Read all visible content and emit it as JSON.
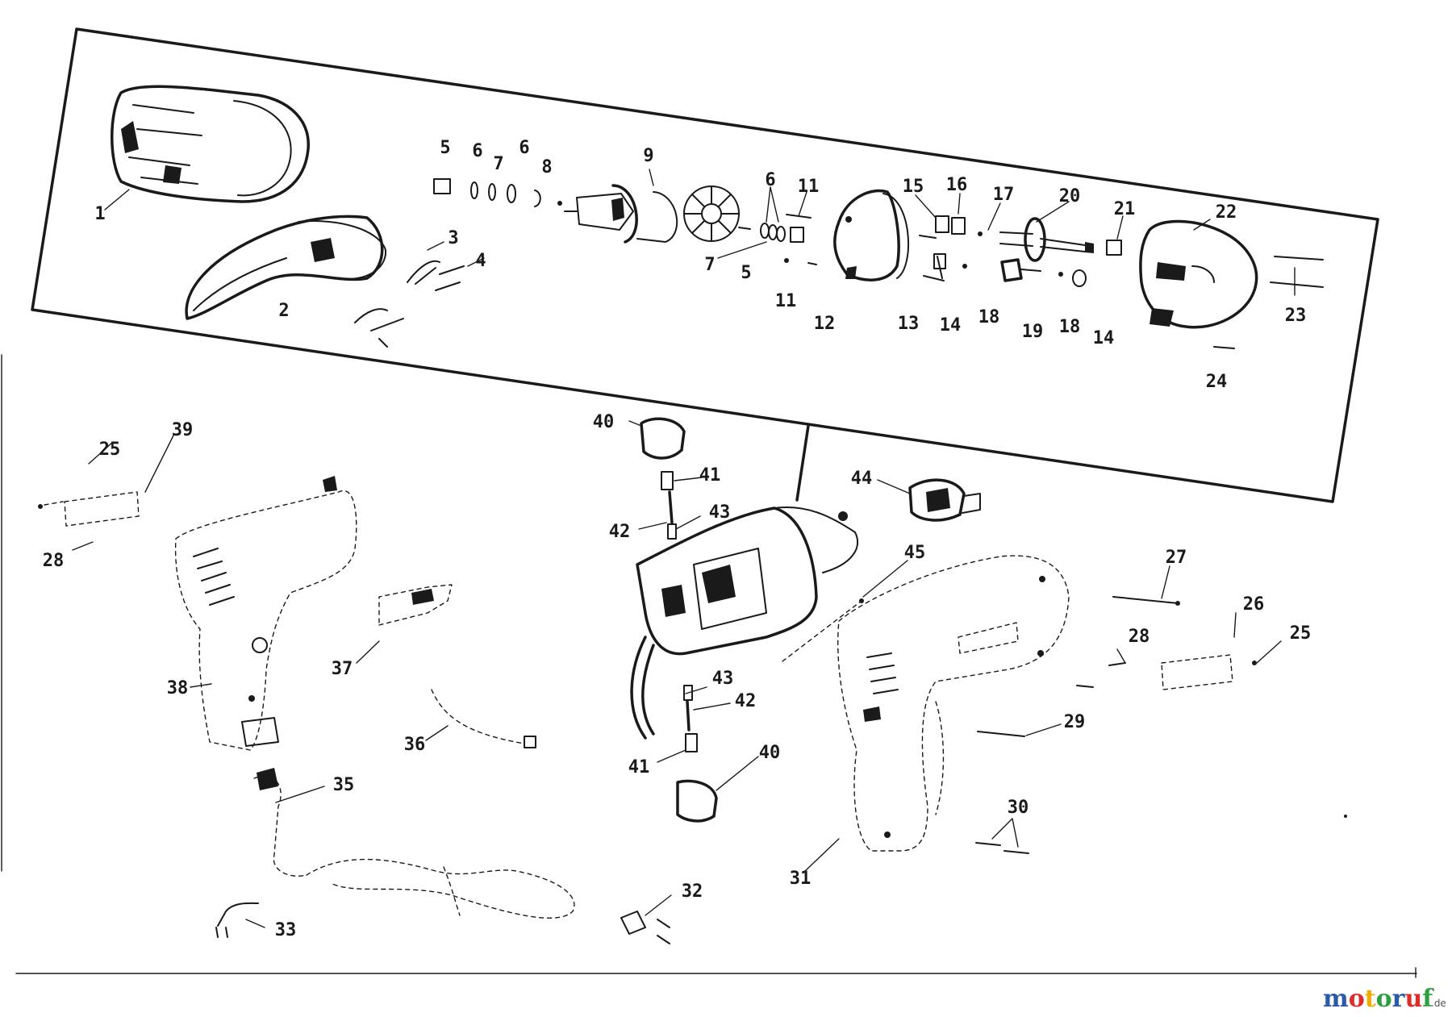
{
  "labels": {
    "l1": "1",
    "l2": "2",
    "l3": "3",
    "l4": "4",
    "l5a": "5",
    "l6a": "6",
    "l7a": "7",
    "l6b": "6",
    "l8": "8",
    "l9": "9",
    "l6c": "6",
    "l11a": "11",
    "l7b": "7",
    "l5b": "5",
    "l11b": "11",
    "l12": "12",
    "l15": "15",
    "l16": "16",
    "l17": "17",
    "l20": "20",
    "l21": "21",
    "l22": "22",
    "l13": "13",
    "l14a": "14",
    "l18a": "18",
    "l19": "19",
    "l18b": "18",
    "l14b": "14",
    "l23": "23",
    "l24": "24",
    "l25a": "25",
    "l39": "39",
    "l28a": "28",
    "l40a": "40",
    "l41a": "41",
    "l42a": "42",
    "l43a": "43",
    "l44": "44",
    "l45": "45",
    "l27": "27",
    "l26": "26",
    "l25b": "25",
    "l28b": "28",
    "l37": "37",
    "l38": "38",
    "l36": "36",
    "l43b": "43",
    "l42b": "42",
    "l29": "29",
    "l41b": "41",
    "l40b": "40",
    "l35": "35",
    "l30": "30",
    "l31": "31",
    "l32": "32",
    "l33": "33"
  },
  "watermark": {
    "letters": [
      "m",
      "o",
      "t",
      "o",
      "r",
      "u",
      "f"
    ],
    "colors": [
      "#2b5aa8",
      "#e02b2b",
      "#f2a900",
      "#2e9e3e",
      "#2b5aa8",
      "#e02b2b",
      "#2e9e3e"
    ],
    "suffix": ".de"
  }
}
